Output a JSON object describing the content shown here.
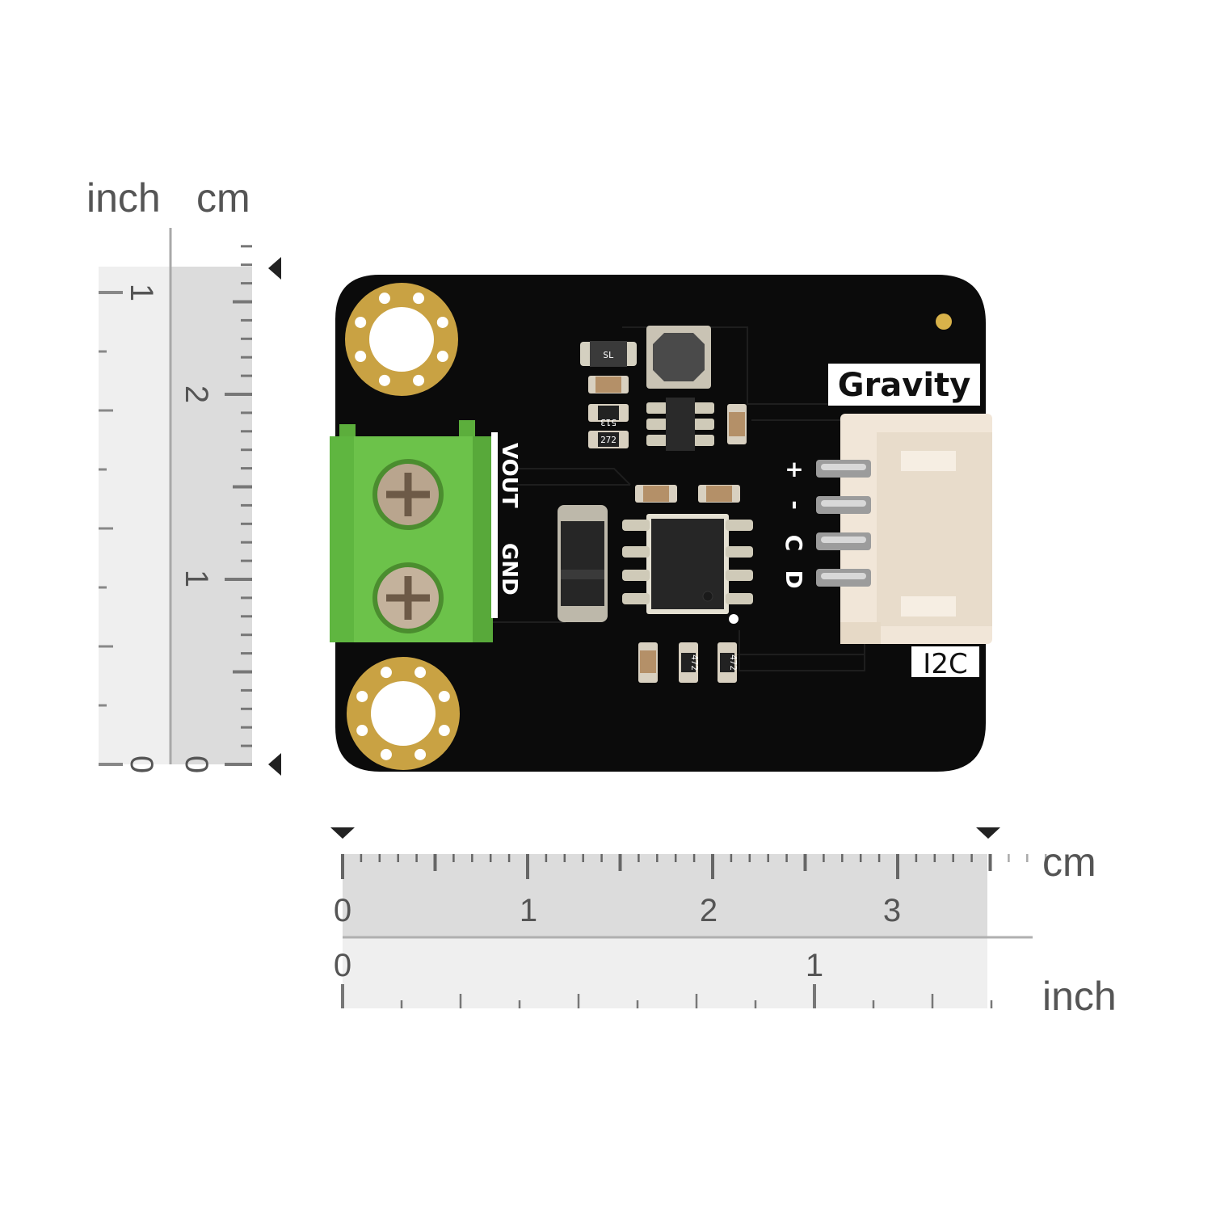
{
  "vertical_ruler": {
    "unit_inch": "inch",
    "unit_cm": "cm",
    "inch_labels": [
      "0",
      "1"
    ],
    "cm_labels": [
      "0",
      "1",
      "2"
    ]
  },
  "horizontal_ruler": {
    "unit_cm": "cm",
    "unit_inch": "inch",
    "cm_labels": [
      "0",
      "1",
      "2",
      "3"
    ],
    "inch_labels": [
      "0",
      "1"
    ]
  },
  "board": {
    "brand_label": "Gravity",
    "interface_label": "I2C",
    "terminal_labels": [
      "VOUT",
      "GND"
    ],
    "connector_pin_labels": [
      "+",
      "-",
      "C",
      "D"
    ],
    "component_markings": [
      "SL",
      "513",
      "272",
      "472",
      "472"
    ],
    "width_cm": 3.5,
    "height_cm": 2.7
  },
  "colors": {
    "pcb": "#0b0b0b",
    "terminal_block": "#6cc24a",
    "gold": "#c9a243",
    "connector": "#f1e6d8",
    "ruler_dark": "#dcdcdc",
    "ruler_light": "#efefef"
  }
}
